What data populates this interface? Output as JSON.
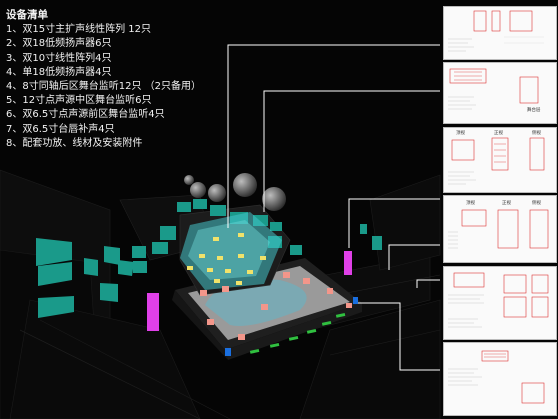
{
  "equipment": {
    "title": "设备清单",
    "items": [
      "1、双15寸主扩声线性阵列 12只",
      "2、双18低频扬声器6只",
      "3、双10寸线性阵列4只",
      "4、单18低频扬声器4只",
      "4、8寸同轴后区舞台监听12只 （2只备用）",
      "5、12寸点声源中区舞台监听6只",
      "6、双6.5寸点声源前区舞台监听4只",
      "7、双6.5寸台唇补声4只",
      "8、配套功放、线材及安装附件"
    ]
  },
  "panels": {
    "p1": {
      "label": "舞台层"
    },
    "p2": {
      "top": "顶视",
      "front": "正视",
      "side": "侧视"
    },
    "p3": {
      "top": "顶视",
      "front": "正视",
      "side": "侧视"
    }
  },
  "colors": {
    "speaker_array": "#1a9a8a",
    "subwoofer": "#e040e8",
    "monitor": "#f0a090",
    "lip_fill": "#30c040",
    "callout_line": "#ffffff"
  }
}
